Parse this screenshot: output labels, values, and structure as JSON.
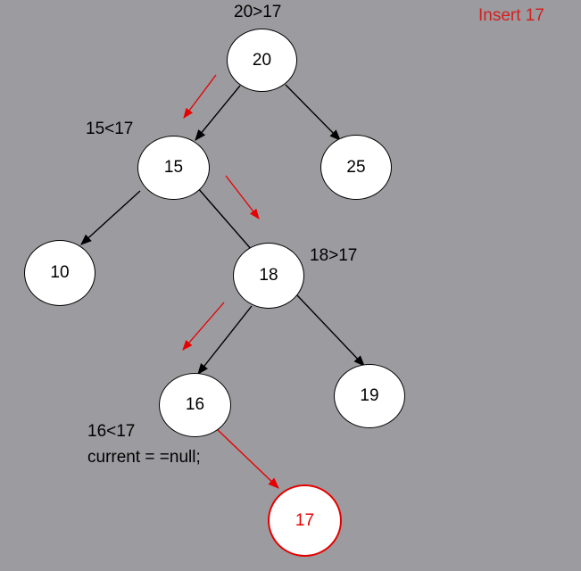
{
  "title": "Insert 17",
  "colors": {
    "background": "#9c9b9f",
    "node_fill": "#ffffff",
    "edge": "#000000",
    "highlight": "#e60000"
  },
  "nodes": [
    {
      "id": "n20",
      "value": "20"
    },
    {
      "id": "n15",
      "value": "15"
    },
    {
      "id": "n25",
      "value": "25"
    },
    {
      "id": "n10",
      "value": "10"
    },
    {
      "id": "n18",
      "value": "18"
    },
    {
      "id": "n16",
      "value": "16"
    },
    {
      "id": "n19",
      "value": "19"
    },
    {
      "id": "n17",
      "value": "17",
      "is_new": true
    }
  ],
  "edges": [
    {
      "from": "n20",
      "to": "n15"
    },
    {
      "from": "n20",
      "to": "n25"
    },
    {
      "from": "n15",
      "to": "n10"
    },
    {
      "from": "n15",
      "to": "n18"
    },
    {
      "from": "n18",
      "to": "n16"
    },
    {
      "from": "n18",
      "to": "n19"
    },
    {
      "from": "n16",
      "to": "n17",
      "highlight": true
    }
  ],
  "comparisons": {
    "c20": "20>17",
    "c15": "15<17",
    "c18": "18>17",
    "c16": "16<17",
    "current": "current = =null;"
  }
}
